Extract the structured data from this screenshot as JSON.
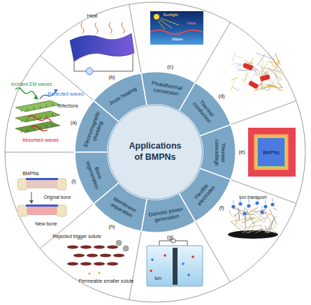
{
  "diagram": {
    "nodes": [
      {
        "text": [
          "Applications of BMPNs"
        ]
      },
      {
        "text": [
          "Electromagnetic shielding"
        ]
      },
      {
        "text": [
          "Joule heating"
        ]
      },
      {
        "text": [
          "Photothermal conversion"
        ]
      },
      {
        "text": [
          "Thermal conduction"
        ]
      },
      {
        "text": [
          "Thermal camouflage"
        ]
      },
      {
        "text": [
          "Flexible electrodes"
        ]
      },
      {
        "text": [
          "Osmotic power generation"
        ]
      },
      {
        "text": [
          "Membrane separation"
        ]
      },
      {
        "text": [
          "Bone regeneration"
        ]
      }
    ],
    "labels": [
      "(a)",
      "(b)",
      "(c)",
      "(d)",
      "(e)",
      "(f)",
      "(g)",
      "(h)",
      "(i)",
      "Heat",
      "Sunlight",
      "Heat",
      "Water",
      "Incident EM waves",
      "Reflected waves",
      "reflections",
      "Absorbed waves",
      "BMPNs",
      "Ion transport",
      "Ion",
      "Rejected bigger solute",
      "Permeable smaller solute",
      "BMPNs",
      "Original bone",
      "New bone"
    ]
  }
}
